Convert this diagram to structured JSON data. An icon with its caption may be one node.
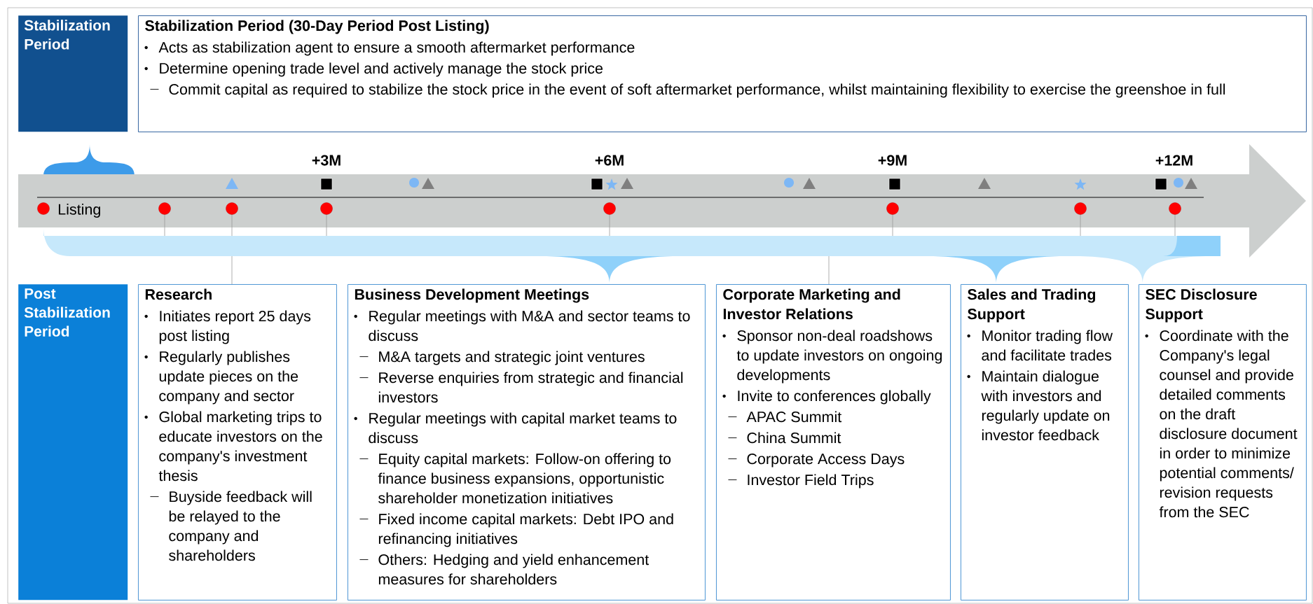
{
  "diagram": {
    "nodes": [
      {
        "text": [
          "Stabilization Period"
        ]
      },
      {
        "text": [
          "Stabilization Period (30-Day Period Post Listing)",
          "Acts as stabilization agent to ensure a smooth aftermarket performance",
          "Determine opening trade level and actively manage the stock price",
          "Commit capital as required to stabilize the stock price in the event of soft aftermarket performance, whilst maintaining flexibility to exercise the greenshoe in full"
        ]
      },
      {
        "text": [
          "+3M",
          "+6M",
          "+9M",
          "+12M",
          "Listing"
        ]
      },
      {
        "text": [
          "Post Stabilization Period"
        ]
      },
      {
        "text": [
          "Research",
          "Initiates report 25 days post listing",
          "Regularly publishes update pieces on the company and sector",
          "Global marketing trips to educate investors on the company's investment thesis",
          "Buyside feedback will be relayed to the company and shareholders"
        ]
      },
      {
        "text": [
          "Business Development Meetings",
          "Regular meetings with M&A and sector teams to discuss",
          "M&A targets and strategic joint ventures",
          "Reverse enquiries from strategic and financial investors",
          "Regular meetings with capital market teams to discuss",
          "Equity capital markets: Follow-on offering to finance business expansions, opportunistic shareholder monetization initiatives",
          "Fixed income capital markets: Debt IPO and refinancing initiatives",
          "Others: Hedging and yield enhancement measures for shareholders"
        ]
      },
      {
        "text": [
          "Corporate Marketing and Investor Relations",
          "Sponsor non-deal roadshows to update investors on ongoing developments",
          "Invite to conferences globally",
          "APAC Summit",
          "China Summit",
          "Corporate Access Days",
          "Investor Field Trips"
        ]
      },
      {
        "text": [
          "Sales and Trading Support",
          "Monitor trading flow and facilitate trades",
          "Maintain dialogue with investors and regularly update on investor feedback"
        ]
      },
      {
        "text": [
          "SEC Disclosure Support",
          "Coordinate with the Company's legal counsel and provide detailed comments on the draft disclosure document in order to minimize potential comments/ revision requests from the SEC"
        ]
      }
    ]
  }
}
